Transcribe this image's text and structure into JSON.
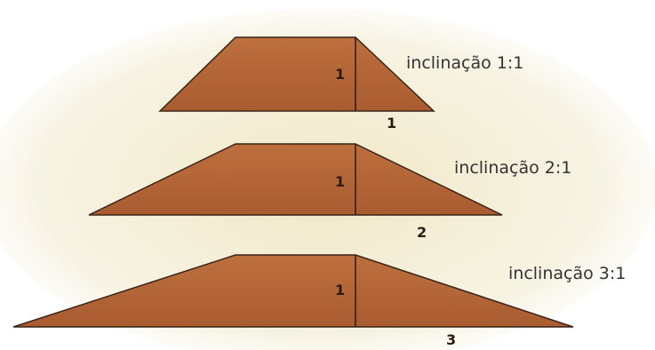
{
  "colors": {
    "earth_fill": "#b8693a",
    "earth_edge": "#3a2416",
    "background_texture": "#f1ead0"
  },
  "figures": [
    {
      "slope_label": "inclinação 1:1",
      "height_label": "1",
      "base_label": "1"
    },
    {
      "slope_label": "inclinação 2:1",
      "height_label": "1",
      "base_label": "2"
    },
    {
      "slope_label": "inclinação 3:1",
      "height_label": "1",
      "base_label": "3"
    }
  ]
}
